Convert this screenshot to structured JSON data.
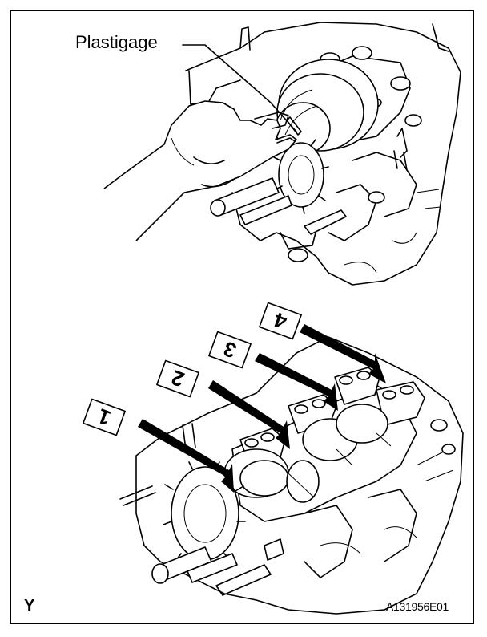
{
  "labels": {
    "plastigage": "Plastigage",
    "corner_mark": "Y",
    "figure_code": "A131956E01"
  },
  "journal_numbers": [
    "1",
    "2",
    "3",
    "4"
  ]
}
